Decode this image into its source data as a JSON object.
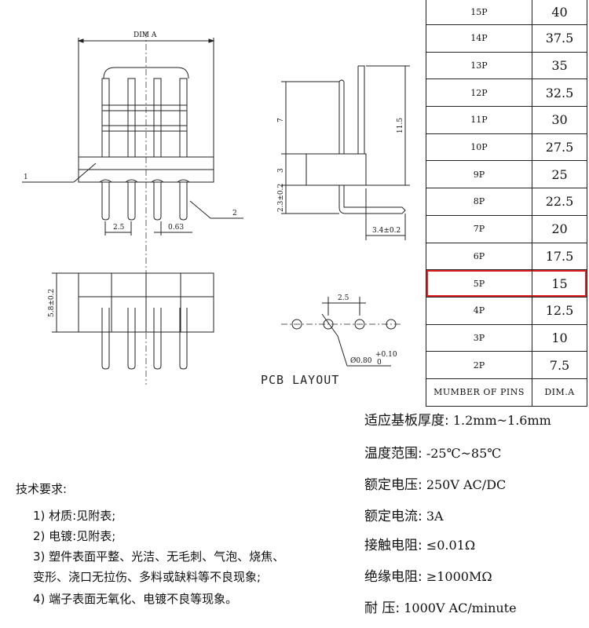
{
  "labels": {
    "dim_a": "DIM A",
    "part_1": "1",
    "part_2": "2",
    "pitch_top": "2.5",
    "pin_width": "0.63",
    "body_height": "5.8±0.2",
    "side_7": "7",
    "side_3": "3",
    "side_23": "2.3±0.2",
    "side_115": "11.5",
    "side_34": "3.4±0.2",
    "pcb_pitch": "2.5",
    "hole_dia": "Ø0.80",
    "hole_tol_top": "+0.10",
    "hole_tol_bot": "0",
    "pcb_layout": "PCB LAYOUT"
  },
  "table": {
    "header_pins": "MUMBER OF PINS",
    "header_dim": "DIM.A",
    "rows": [
      {
        "pins": "15P",
        "dim": "40"
      },
      {
        "pins": "14P",
        "dim": "37.5"
      },
      {
        "pins": "13P",
        "dim": "35"
      },
      {
        "pins": "12P",
        "dim": "32.5"
      },
      {
        "pins": "11P",
        "dim": "30"
      },
      {
        "pins": "10P",
        "dim": "27.5"
      },
      {
        "pins": "9P",
        "dim": "25"
      },
      {
        "pins": "8P",
        "dim": "22.5"
      },
      {
        "pins": "7P",
        "dim": "20"
      },
      {
        "pins": "6P",
        "dim": "17.5"
      },
      {
        "pins": "5P",
        "dim": "15"
      },
      {
        "pins": "4P",
        "dim": "12.5"
      },
      {
        "pins": "3P",
        "dim": "10"
      },
      {
        "pins": "2P",
        "dim": "7.5"
      }
    ],
    "highlight_row": "5P",
    "highlight_color": "#e02020"
  },
  "specs": [
    {
      "label": "适应基板厚度:",
      "value": "1.2mm~1.6mm"
    },
    {
      "label": "温度范围:",
      "value": "-25℃~85℃"
    },
    {
      "label": "额定电压:",
      "value": "250V   AC/DC"
    },
    {
      "label": "额定电流:",
      "value": "3A"
    },
    {
      "label": "接触电阻:",
      "value": "≤0.01Ω"
    },
    {
      "label": "绝缘电阻:",
      "value": "≥1000MΩ"
    },
    {
      "label": "耐   压:",
      "value": "1000V AC/minute"
    }
  ],
  "tech": {
    "title": "技术要求:",
    "items": [
      "1) 材质:见附表;",
      "2) 电镀:见附表;",
      "3) 塑件表面平整、光洁、无毛刺、气泡、烧焦、",
      "   变形、浇口无拉伤、多料或缺料等不良现象;",
      "4) 端子表面无氧化、电镀不良等现象。"
    ]
  }
}
